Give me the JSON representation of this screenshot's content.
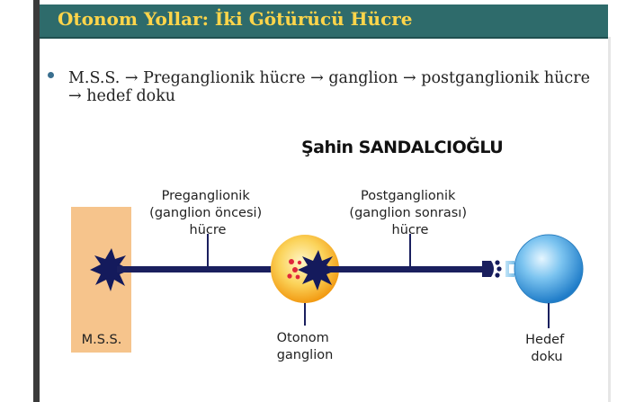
{
  "slide": {
    "title": "Otonom Yollar: İki Götürücü Hücre",
    "bullet": "M.S.S. → Preganglionik hücre → ganglion →  postganglionik hücre → hedef doku",
    "author": "Şahin SANDALCIOĞLU"
  },
  "diagram": {
    "mss_label": "M.S.S.",
    "pre_label": [
      "Preganglionik",
      "(ganglion öncesi)",
      "hücre"
    ],
    "post_label": [
      "Postganglionik",
      "(ganglion sonrası)",
      "hücre"
    ],
    "ganglion_label": [
      "Otonom",
      "ganglion"
    ],
    "target_label": [
      "Hedef",
      "doku"
    ]
  },
  "colors": {
    "title_bar": "#2e6b6b",
    "title_text": "#ffd54a",
    "axon": "#1a1f5e",
    "mss_box": "#f6c48c",
    "ganglion": "#f7b21c",
    "target": "#3f9de0"
  }
}
